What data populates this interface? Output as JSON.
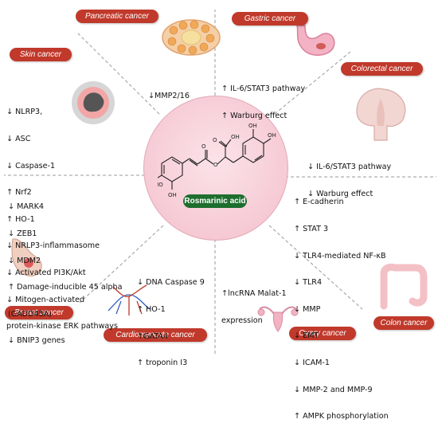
{
  "center": {
    "label": "Rosmarinic acid",
    "molecule_labels": {
      "oh1": "OH",
      "oh2": "OH",
      "oh3": "OH",
      "oh4": "OH",
      "ho": "HO",
      "o": "O"
    }
  },
  "cancers": [
    {
      "key": "pancreatic",
      "label": "Pancreatic cancer",
      "effects": [
        "↓MMP2/16"
      ]
    },
    {
      "key": "gastric",
      "label": "Gastric cancer",
      "effects": [
        "↑ IL-6/STAT3 pathway",
        "↑ Warburg effect"
      ]
    },
    {
      "key": "skin",
      "label": "Skin cancer",
      "effects": [
        "↓ NLRP3,",
        "↓ ASC",
        "↓ Caspase-1",
        "↑ Nrf2",
        "↑ HO-1",
        "↓ NRLP3-inflammasome",
        "↓ Activated PI3K/Akt",
        "↓ Mitogen-activated",
        "protein-kinase ERK pathways"
      ]
    },
    {
      "key": "colorectal",
      "label": "Colorectal cancer",
      "effects": [
        "↓ IL-6/STAT3 pathway",
        "↓ Warburg effect"
      ]
    },
    {
      "key": "breast",
      "label": "Breast cancer",
      "effects": [
        "↓ MARK4",
        "↓ ZEB1",
        "↓ MDM2",
        "↑ Damage-inducible 45 alpha",
        "(GADD45A)",
        "↓ BNIP3 genes"
      ]
    },
    {
      "key": "colon",
      "label": "Colon cancer",
      "effects": [
        "↑ E-cadherin",
        "↑ STAT 3",
        "↓ TLR4-mediated NF-κB",
        "↓ TLR4",
        "↓ MMP",
        "↓ EMT",
        "↓ ICAM-1",
        "↓ MMP-2 and MMP-9",
        "↑ AMPK phosphorylation"
      ]
    },
    {
      "key": "cardiomyocyte",
      "label": "Cardiomyocyte cancer",
      "effects": [
        "↓ DNA Caspase 9",
        "↑ HO-1",
        "↑GATA4",
        "↑ troponin I3"
      ]
    },
    {
      "key": "ovary",
      "label": "Ovary cancer",
      "effects": [
        "↑lncRNA Malat-1",
        "expression"
      ]
    }
  ],
  "colors": {
    "pill": "#c0392b",
    "center_label": "#1e6e2e",
    "circle": "#f6cad4",
    "divider": "#9a9a9a"
  },
  "icons": [
    "pancreas-cells-icon",
    "stomach-icon",
    "skin-lesion-icon",
    "colorectal-polyp-icon",
    "breast-tumor-icon",
    "colon-icon",
    "heart-vessels-icon",
    "uterus-ovary-icon"
  ]
}
